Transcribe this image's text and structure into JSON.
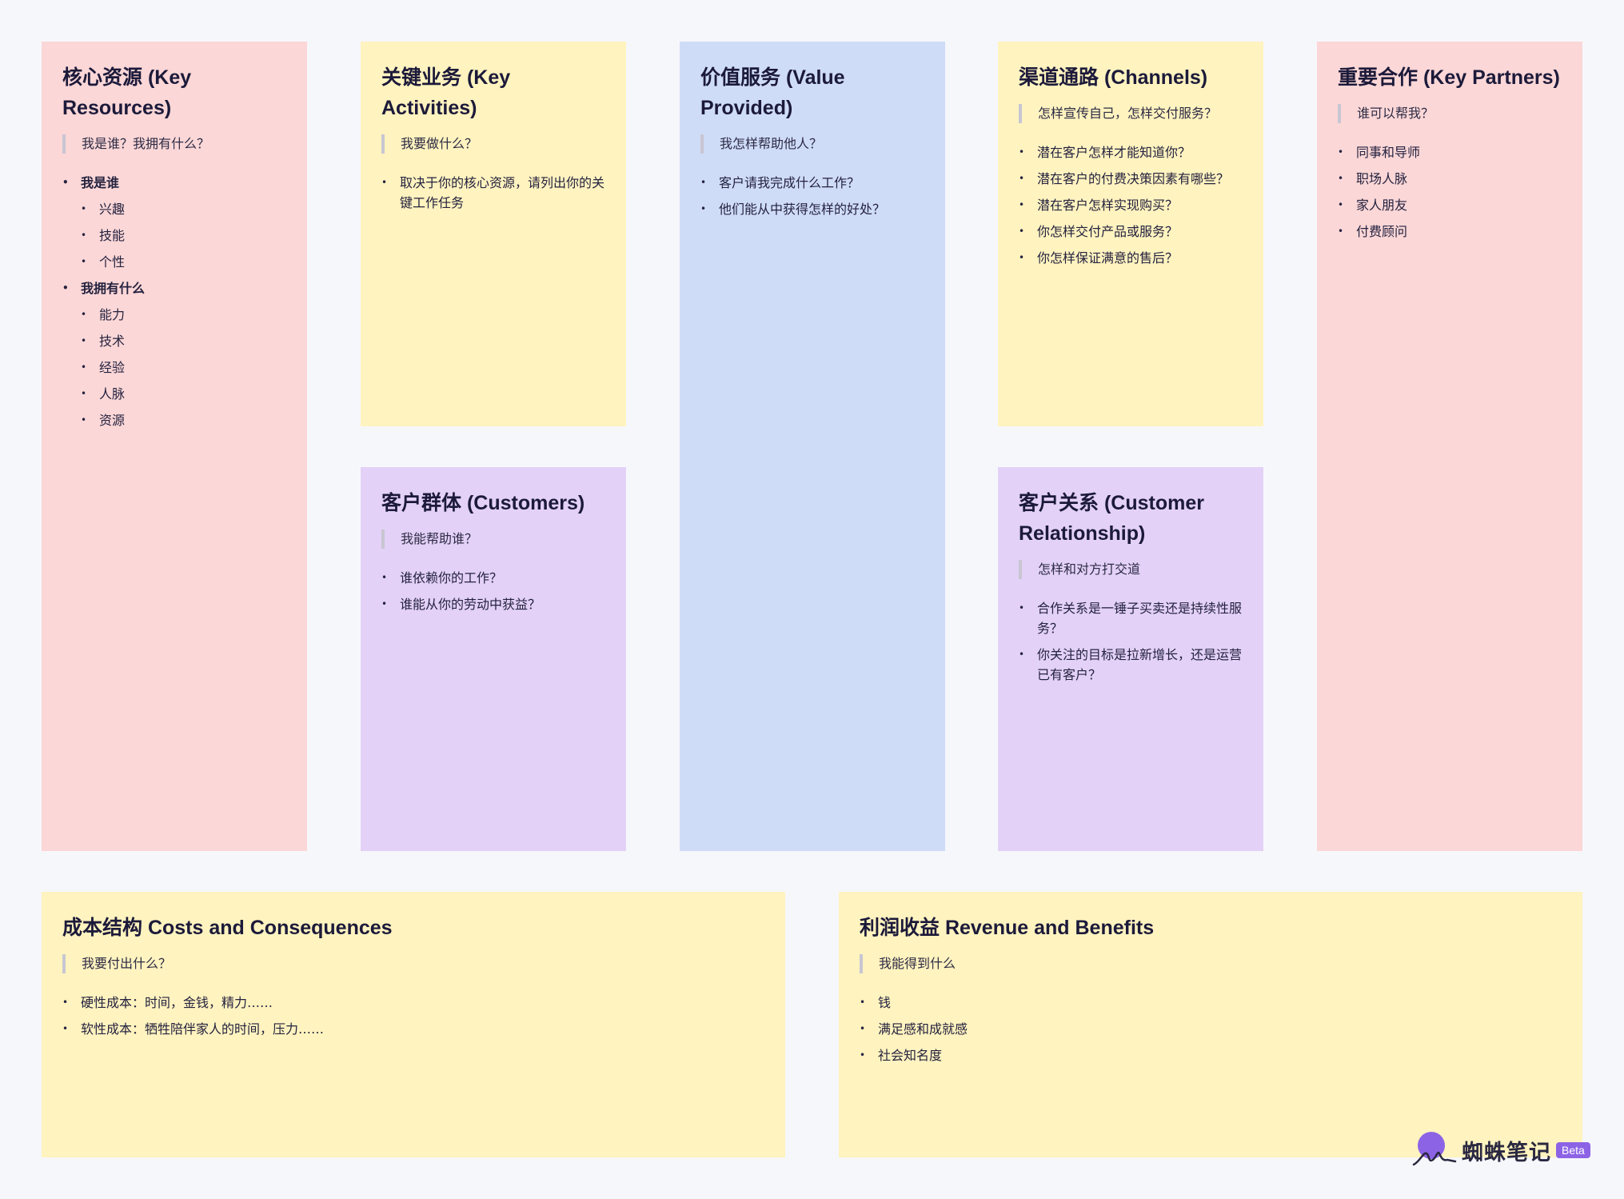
{
  "colors": {
    "background": "#f6f7fb",
    "pink": "#fbd7d7",
    "yellow": "#fff3bf",
    "blue": "#cfdcf8",
    "purple": "#e3d1f7",
    "beta_badge": "#8d63e6"
  },
  "key_resources": {
    "title": "核心资源 (Key Resources)",
    "quote": "我是谁？我拥有什么？",
    "groups": [
      {
        "label": "我是谁",
        "items": [
          "兴趣",
          "技能",
          "个性"
        ]
      },
      {
        "label": "我拥有什么",
        "items": [
          "能力",
          "技术",
          "经验",
          "人脉",
          "资源"
        ]
      }
    ]
  },
  "key_activities": {
    "title": "关键业务 (Key Activities)",
    "quote": "我要做什么？",
    "items": [
      "取决于你的核心资源，请列出你的关键工作任务"
    ]
  },
  "customers": {
    "title": "客户群体 (Customers)",
    "quote": "我能帮助谁？",
    "items": [
      "谁依赖你的工作？",
      "谁能从你的劳动中获益？"
    ]
  },
  "value_provided": {
    "title": "价值服务 (Value Provided)",
    "quote": "我怎样帮助他人？",
    "items": [
      "客户请我完成什么工作？",
      "他们能从中获得怎样的好处？"
    ]
  },
  "channels": {
    "title": "渠道通路 (Channels)",
    "quote": "怎样宣传自己，怎样交付服务？",
    "items": [
      "潜在客户怎样才能知道你？",
      "潜在客户的付费决策因素有哪些？",
      "潜在客户怎样实现购买？",
      "你怎样交付产品或服务？",
      "你怎样保证满意的售后？"
    ]
  },
  "customer_relationship": {
    "title": "客户关系 (Customer Relationship)",
    "quote": "怎样和对方打交道",
    "items": [
      "合作关系是一锤子买卖还是持续性服务？",
      "你关注的目标是拉新增长，还是运营已有客户？"
    ]
  },
  "key_partners": {
    "title": "重要合作 (Key Partners)",
    "quote": "谁可以帮我？",
    "items": [
      "同事和导师",
      "职场人脉",
      "家人朋友",
      "付费顾问"
    ]
  },
  "costs": {
    "title": "成本结构 Costs and Consequences",
    "quote": "我要付出什么？",
    "items": [
      "硬性成本：时间，金钱，精力……",
      "软性成本：牺牲陪伴家人的时间，压力……"
    ]
  },
  "revenue": {
    "title": "利润收益 Revenue and Benefits",
    "quote": "我能得到什么",
    "items": [
      "钱",
      "满足感和成就感",
      "社会知名度"
    ]
  },
  "brand": {
    "logo_icon": "spider-logo-icon",
    "name": "蜘蛛笔记",
    "badge": "Beta"
  }
}
